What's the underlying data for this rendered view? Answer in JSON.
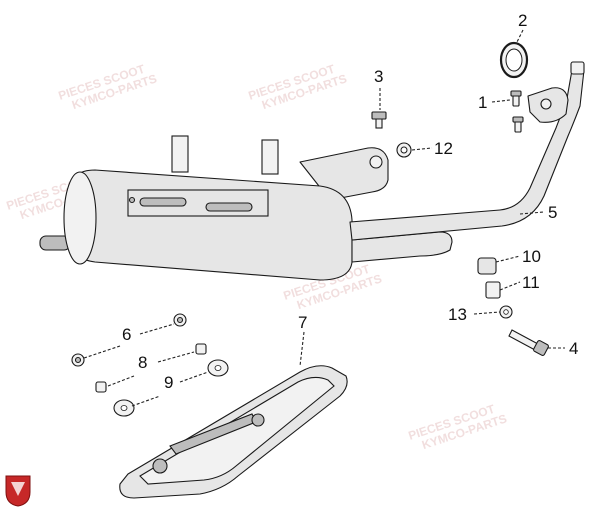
{
  "callouts": {
    "c1": "1",
    "c2": "2",
    "c3": "3",
    "c4": "4",
    "c5": "5",
    "c6": "6",
    "c7": "7",
    "c8": "8",
    "c9": "9",
    "c10": "10",
    "c11": "11",
    "c12": "12",
    "c13": "13"
  },
  "watermark": {
    "line1": "PIECES SCOOT",
    "line2": "KYMCO-PARTS"
  },
  "colors": {
    "line": "#1a1a1a",
    "fill": "#e6e6e6",
    "watermark": "#d9a3a3",
    "logo": "#c62828"
  },
  "icons": {
    "logo": "shield-logo-icon"
  }
}
